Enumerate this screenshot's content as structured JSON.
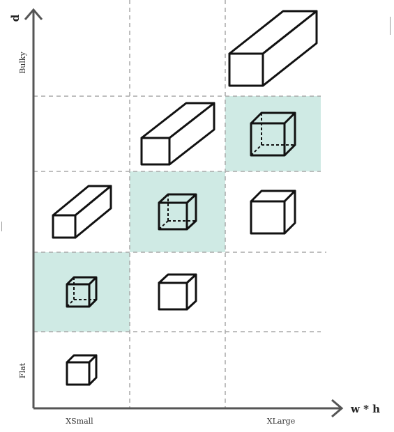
{
  "axes": {
    "y_label": "d",
    "x_label": "w * h",
    "y_top": "Bulky",
    "y_bottom": "Flat",
    "x_left": "XSmall",
    "x_right": "XLarge"
  },
  "colors": {
    "highlight": "#cfeae4",
    "stroke": "#111111",
    "axis": "#555555",
    "grid": "#a9a9a9"
  },
  "diagram": {
    "columns": 3,
    "rows": 5,
    "highlighted_cells": [
      [
        0,
        1
      ],
      [
        1,
        2
      ],
      [
        2,
        3
      ]
    ],
    "boxes": [
      {
        "col": 0,
        "row": 0,
        "kind": "solid",
        "size": "s",
        "depth": "short"
      },
      {
        "col": 0,
        "row": 1,
        "kind": "wireframe",
        "size": "s",
        "depth": "short"
      },
      {
        "col": 0,
        "row": 2,
        "kind": "solid",
        "size": "s",
        "depth": "long"
      },
      {
        "col": 1,
        "row": 1,
        "kind": "solid",
        "size": "m",
        "depth": "short"
      },
      {
        "col": 1,
        "row": 2,
        "kind": "wireframe",
        "size": "m",
        "depth": "short"
      },
      {
        "col": 1,
        "row": 3,
        "kind": "solid",
        "size": "m",
        "depth": "long"
      },
      {
        "col": 2,
        "row": 2,
        "kind": "solid",
        "size": "l",
        "depth": "short"
      },
      {
        "col": 2,
        "row": 3,
        "kind": "wireframe",
        "size": "l",
        "depth": "short"
      },
      {
        "col": 2,
        "row": 4,
        "kind": "solid",
        "size": "l",
        "depth": "long"
      }
    ]
  }
}
